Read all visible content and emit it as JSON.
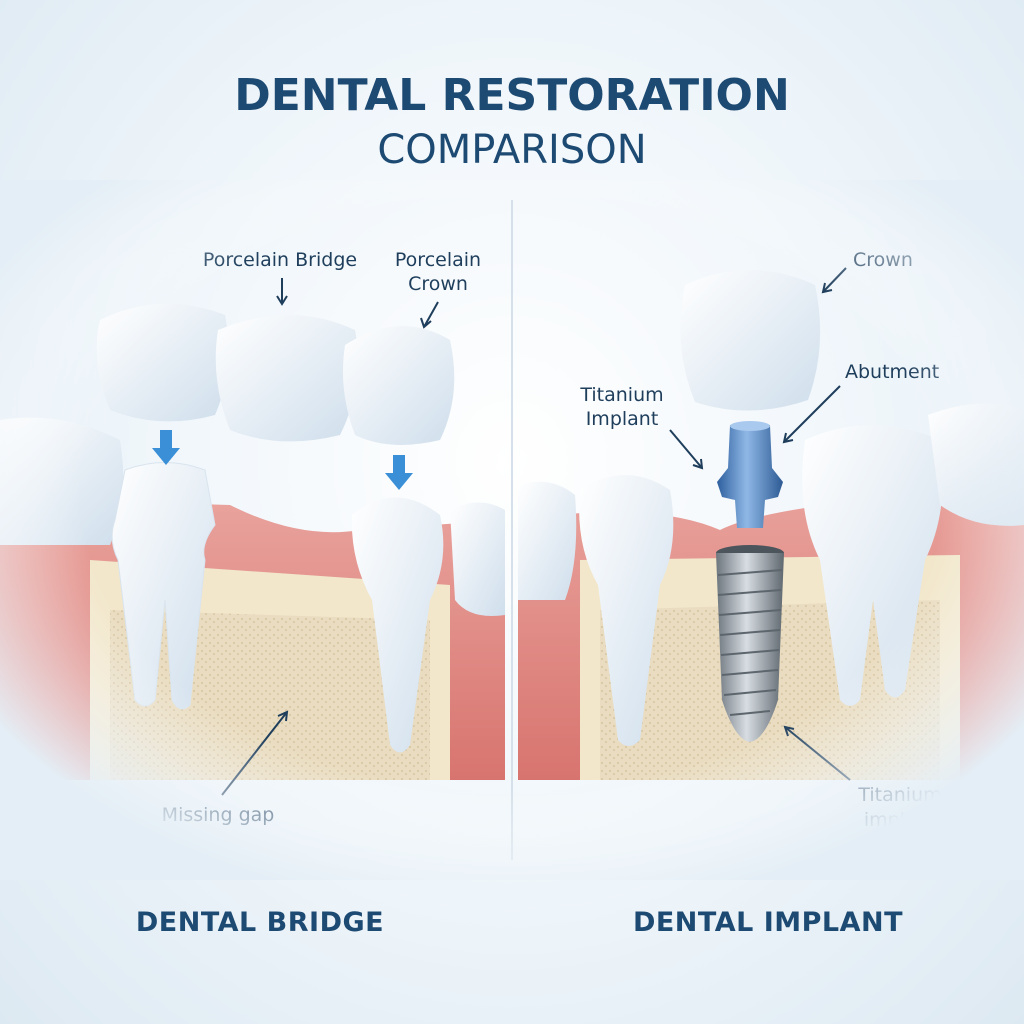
{
  "title": {
    "line1": "DENTAL RESTORATION",
    "line2": "COMPARISON"
  },
  "left_panel": {
    "heading": "DENTAL BRIDGE",
    "labels": {
      "porcelain_bridge": "Porcelain Bridge",
      "porcelain_crown_line1": "Porcelain",
      "porcelain_crown_line2": "Crown",
      "missing_gap": "Missing gap"
    }
  },
  "right_panel": {
    "heading": "DENTAL IMPLANT",
    "labels": {
      "crown": "Crown",
      "abutment": "Abutment",
      "titanium_implant_top_line1": "Titanium",
      "titanium_implant_top_line2": "Implant",
      "titanium_implant_bottom_line1": "Titanium",
      "titanium_implant_bottom_line2": "implant"
    }
  },
  "colors": {
    "title": "#1d4a72",
    "gum": "#e08a86",
    "bone": "#efe4c8",
    "tooth": "#f4f8fc",
    "indicator_arrow": "#3b8fd6",
    "abutment": "#4f86c6",
    "implant": "#9aa3ab"
  }
}
